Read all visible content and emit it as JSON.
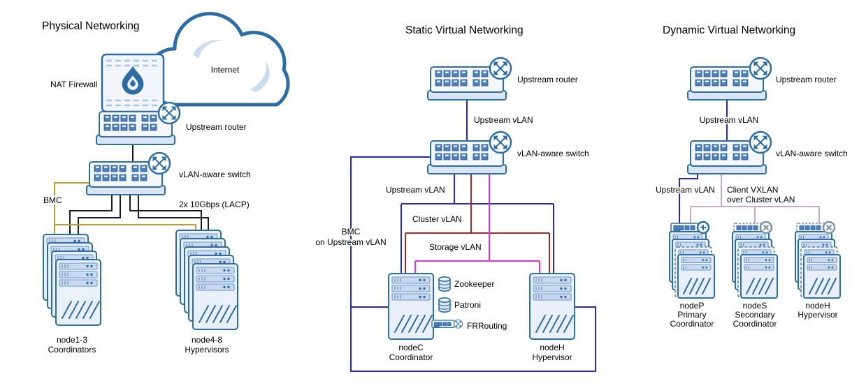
{
  "colors": {
    "device_stroke": "#2e6da4",
    "cable_black": "#1a1a1a",
    "bmc_gold": "#c39b26",
    "vlan_blue": "#2626cc",
    "cluster_red": "#a32b2b",
    "storage_magenta": "#e62ee6",
    "vxlan_pink": "#c9abbd"
  },
  "physical": {
    "title": "Physical Networking",
    "internet": "Internet",
    "nat_firewall": "NAT Firewall",
    "upstream_router": "Upstream router",
    "vlan_switch": "vLAN-aware switch",
    "bmc": "BMC",
    "lacp": "2x 10Gbps (LACP)",
    "coordinators_name": "node1-3",
    "coordinators_role": "Coordinators",
    "hypervisors_name": "node4-8",
    "hypervisors_role": "Hypervisors"
  },
  "static_net": {
    "title": "Static Virtual Networking",
    "upstream_router": "Upstream router",
    "upstream_vlan_link": "Upstream vLAN",
    "vlan_switch": "vLAN-aware switch",
    "upstream_vlan": "Upstream vLAN",
    "cluster_vlan": "Cluster vLAN",
    "storage_vlan": "Storage vLAN",
    "bmc_line1": "BMC",
    "bmc_line2": "on Upstream vLAN",
    "services": [
      "Zookeeper",
      "Patroni",
      "FRRouting"
    ],
    "nodec_name": "nodeC",
    "nodec_role": "Coordinator",
    "nodeh_name": "nodeH",
    "nodeh_role": "Hypervisor"
  },
  "dynamic_net": {
    "title": "Dynamic Virtual Networking",
    "upstream_router": "Upstream router",
    "upstream_vlan_link": "Upstream vLAN",
    "vlan_switch": "vLAN-aware switch",
    "upstream_vlan": "Upstream vLAN",
    "client_vxlan_line1": "Client VXLAN",
    "client_vxlan_line2": "over Cluster vLAN",
    "nodep_name": "nodeP",
    "nodep_role1": "Primary",
    "nodep_role2": "Coordinator",
    "nodes_name": "nodeS",
    "nodes_role1": "Secondary",
    "nodes_role2": "Coordinator",
    "nodeh_name": "nodeH",
    "nodeh_role": "Hypervisor"
  }
}
